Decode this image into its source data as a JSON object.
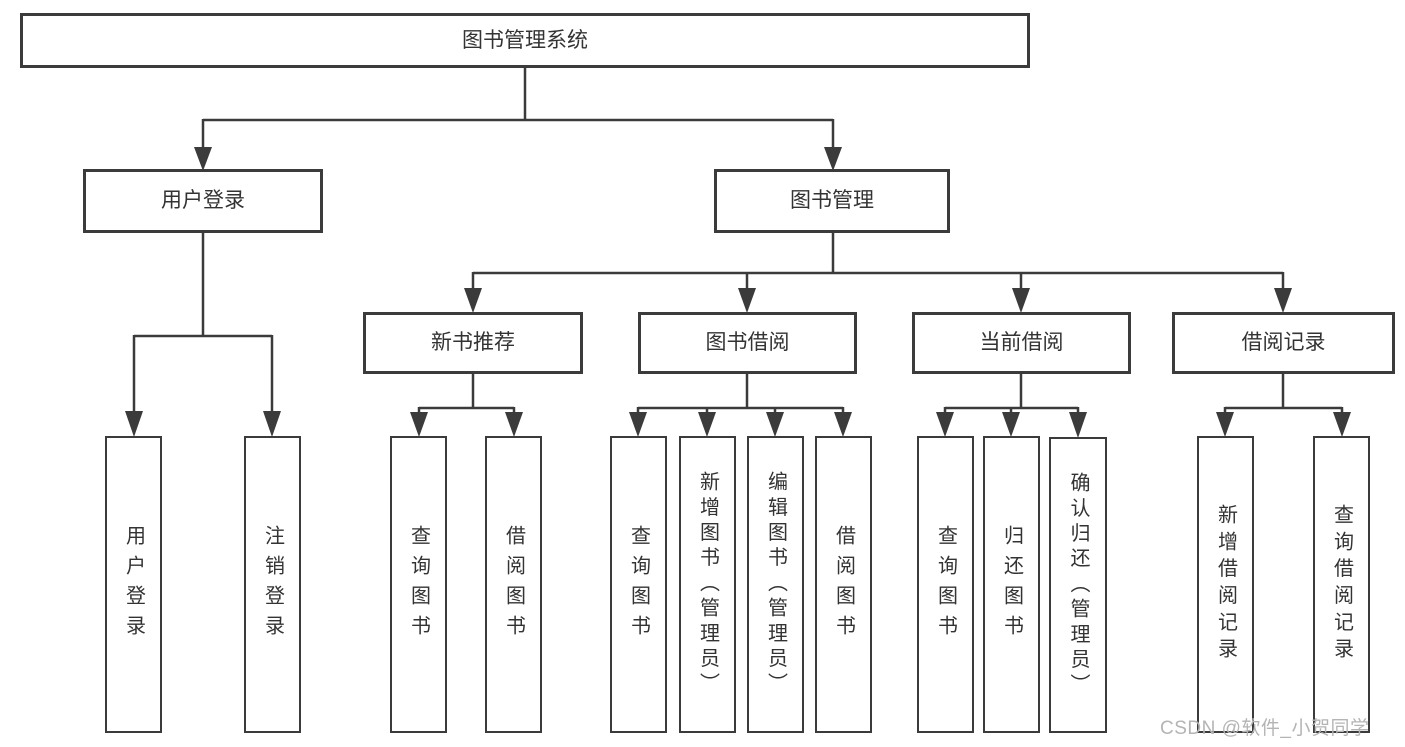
{
  "diagram": {
    "root_label": "图书管理系统",
    "user_login_label": "用户登录",
    "book_mgmt_label": "图书管理",
    "user_login_children": [
      "用户登录",
      "注销登录"
    ],
    "modules": [
      {
        "label": "新书推荐",
        "children": [
          "查询图书",
          "借阅图书"
        ]
      },
      {
        "label": "图书借阅",
        "children": [
          "查询图书",
          "新增图书（管理员）",
          "编辑图书（管理员）",
          "借阅图书"
        ]
      },
      {
        "label": "当前借阅",
        "children": [
          "查询图书",
          "归还图书",
          "确认归还（管理员）"
        ]
      },
      {
        "label": "借阅记录",
        "children": [
          "新增借阅记录",
          "查询借阅记录"
        ]
      }
    ],
    "watermark": "CSDN @软件_小贺同学"
  },
  "colors": {
    "line": "#3b3b3b",
    "text": "#333333",
    "background": "#ffffff",
    "watermark": "#b4b4b4"
  }
}
